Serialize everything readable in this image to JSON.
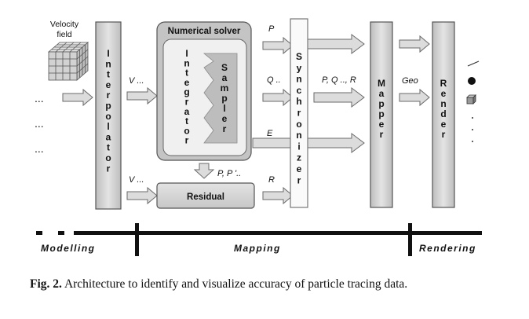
{
  "labels": {
    "velocity_field": [
      "Velocity",
      "field"
    ],
    "interpolator": "Interpolator",
    "numerical_solver": "Numerical solver",
    "integrator": "Integrator",
    "sampler": "Sampler",
    "residual": "Residual",
    "synchronizer": "Synchronizer",
    "mapper": "Mapper",
    "render": "Render",
    "v_top": "V ...",
    "v_bottom": "V ...",
    "p": "P",
    "q": "Q ..",
    "e": "E",
    "r": "R",
    "p_pprime": "P, P '..",
    "pqr": "P, Q .., R",
    "geo": "Geo",
    "dots": "..."
  },
  "timeline": {
    "modelling": "Modelling",
    "mapping": "Mapping",
    "rendering": "Rendering"
  },
  "caption": {
    "fig_label": "Fig. 2.",
    "text": "Architecture to identify and visualize accuracy of particle tracing data."
  },
  "colors": {
    "box_fill": "#d7d7d7",
    "solver_fill": "#c4c4c4",
    "arrow_fill": "#dcdcdc",
    "stroke": "#555555"
  }
}
